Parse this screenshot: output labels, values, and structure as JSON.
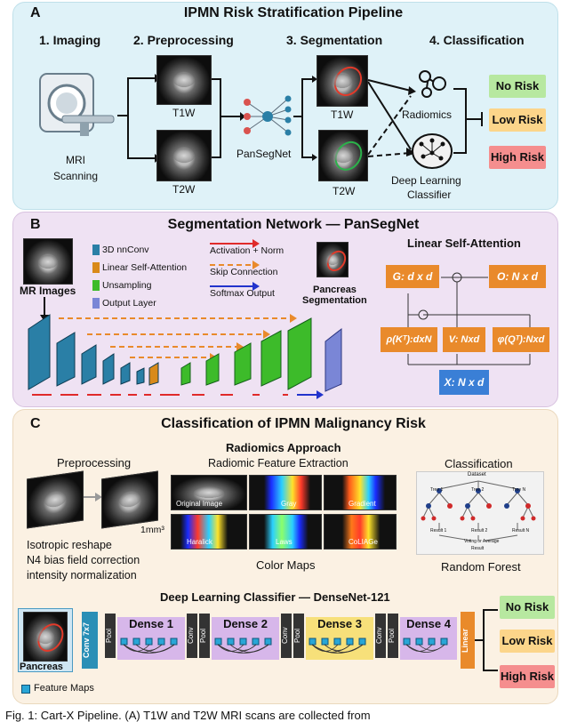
{
  "panel_a": {
    "label": "A",
    "title": "IPMN Risk Stratification Pipeline",
    "steps": [
      "1. Imaging",
      "2. Preprocessing",
      "3. Segmentation",
      "4. Classification"
    ],
    "mri_label": "MRI\nScanning",
    "mri_label_1": "MRI",
    "mri_label_2": "Scanning",
    "t1w": "T1W",
    "t2w": "T2W",
    "pansegnet": "PanSegNet",
    "seg_t1w": "T1W",
    "seg_t2w": "T2W",
    "radiomics": "Radiomics",
    "dl_1": "Deep Learning",
    "dl_2": "Classifier",
    "risk_no": "No Risk",
    "risk_low": "Low Risk",
    "risk_high": "High Risk"
  },
  "panel_b": {
    "label": "B",
    "title": "Segmentation Network — PanSegNet",
    "mr_images": "MR Images",
    "legend": [
      "3D nnConv",
      "Linear Self-Attention",
      "Unsampling",
      "Output Layer"
    ],
    "arrows": [
      "Activation + Norm",
      "Skip Connection",
      "Softmax Output"
    ],
    "output_1": "Pancreas",
    "output_2": "Segmentation",
    "lsa_title": "Linear Self-Attention",
    "lsa_g": "G: d x d",
    "lsa_o": "O: N x d",
    "lsa_pk": "ρ(Kᵀ):dxN",
    "lsa_v": "V: Nxd",
    "lsa_pq": "φ(Qᵀ):Nxd",
    "lsa_x": "X: N x d"
  },
  "panel_c": {
    "label": "C",
    "title": "Classification of IPMN Malignancy Risk",
    "preprocessing": "Preprocessing",
    "pre_lines": [
      "Isotropic reshape",
      "N4 bias field correction",
      "intensity normalization"
    ],
    "mm": "1mm³",
    "radiomics_title": "Radiomics Approach",
    "feature_extraction": "Radiomic Feature Extraction",
    "maps": [
      "Original Image",
      "Gray",
      "Gradient",
      "Haralick",
      "Laws",
      "CoLIAGe"
    ],
    "color_maps": "Color Maps",
    "classification": "Classification",
    "dataset": "Dataset",
    "trees": [
      "Tree 1",
      "Tree 2",
      "Tree N"
    ],
    "results": [
      "Result 1",
      "Result 2",
      "Result N"
    ],
    "voting": "Voting or Average",
    "result": "Result",
    "random_forest": "Random Forest",
    "dl_title": "Deep Learning Classifier — DenseNet-121",
    "pancreas": "Pancreas",
    "conv7": "Conv 7x7",
    "pool": "Pool",
    "conv": "Conv",
    "dense": [
      "Dense 1",
      "Dense 2",
      "Dense 3",
      "Dense 4"
    ],
    "linear": "Linear",
    "feature_maps": "Feature Maps",
    "risk_no": "No Risk",
    "risk_low": "Low Risk",
    "risk_high": "High Risk"
  },
  "caption": "Fig. 1: Cart-X Pipeline. (A) T1W and T2W MRI scans are collected from",
  "colors": {
    "panel_a_bg": "#dff2f8",
    "panel_b_bg": "#efe2f3",
    "panel_c_bg": "#fbf1e3",
    "no_risk": "#b7e8a0",
    "low_risk": "#fcd58a",
    "high_risk": "#f58e8e",
    "nnconv": "#2a7fa6",
    "attention": "#d98a1a",
    "upsampling": "#3dbb2a",
    "output": "#7a86d6"
  }
}
